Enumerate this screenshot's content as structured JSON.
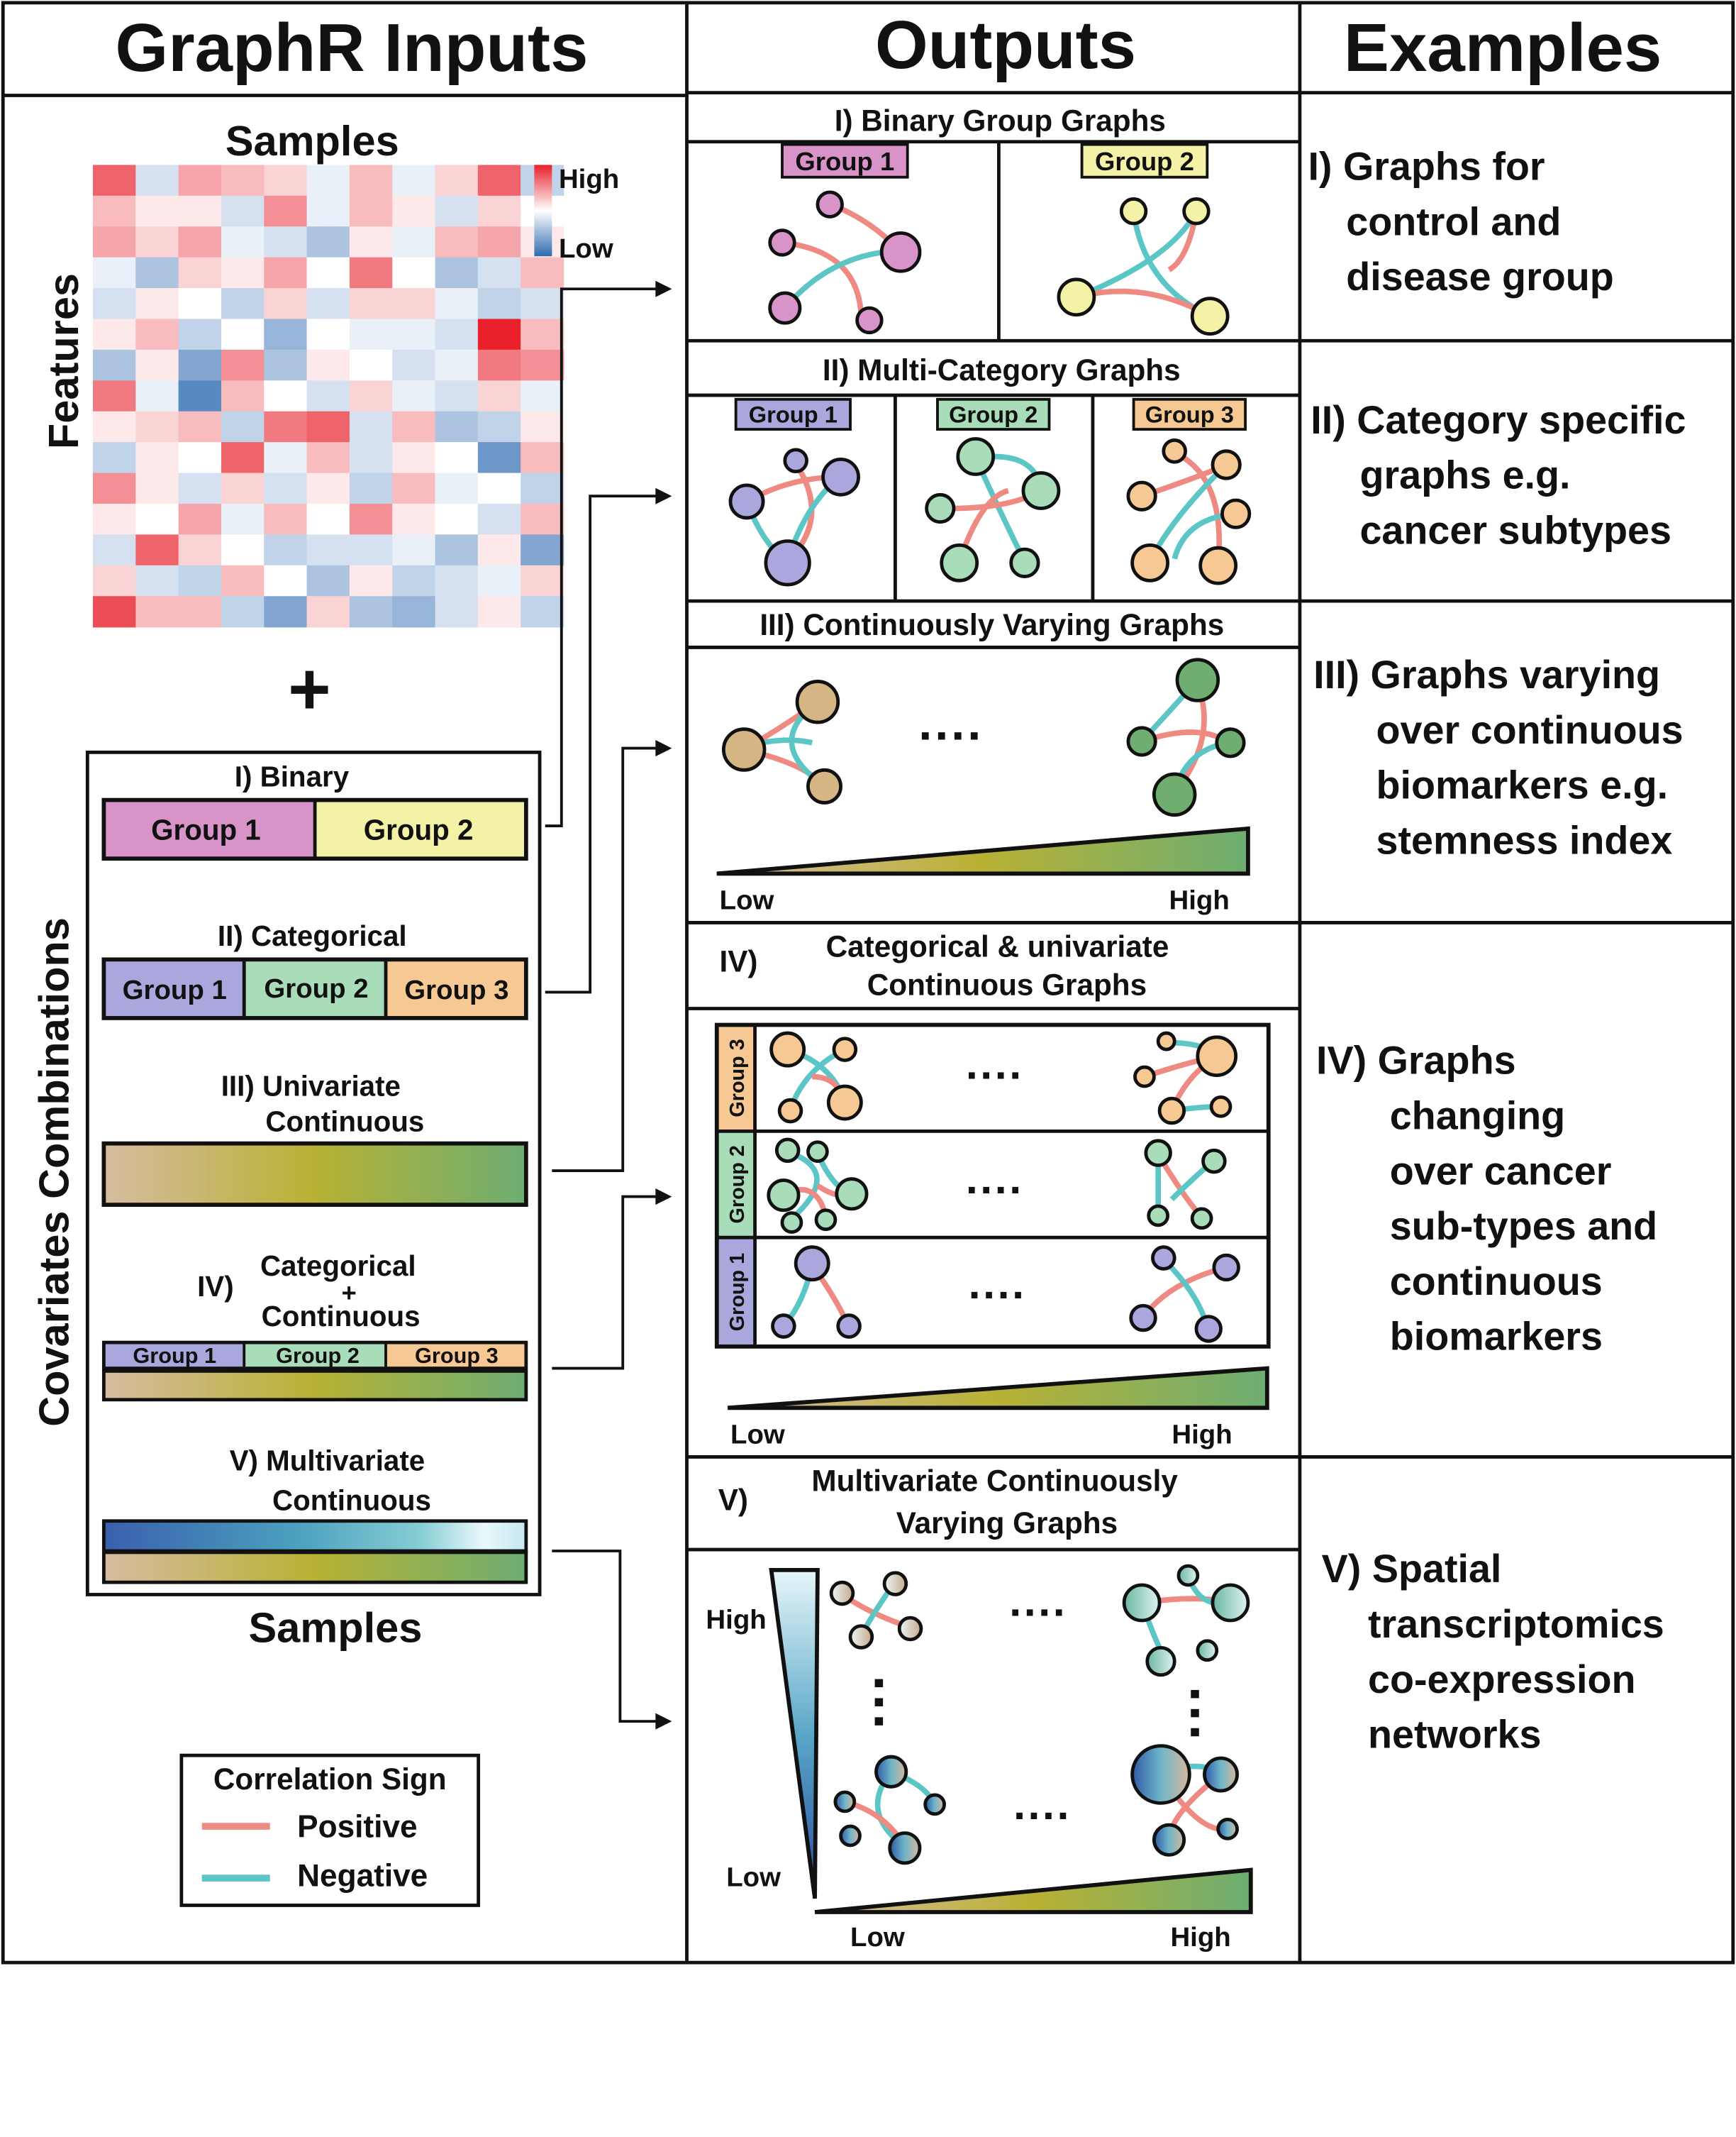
{
  "headers": {
    "inputs": "GraphR Inputs",
    "outputs": "Outputs",
    "examples": "Examples"
  },
  "heatmap": {
    "samples_label": "Samples",
    "features_label": "Features",
    "legend_high": "High",
    "legend_low": "Low",
    "rows": [
      [
        0.7,
        -0.2,
        0.4,
        0.3,
        0.2,
        -0.1,
        0.3,
        -0.1,
        0.2,
        0.7,
        -0.3
      ],
      [
        0.3,
        0.1,
        0.1,
        -0.2,
        0.5,
        -0.1,
        0.3,
        0.1,
        -0.2,
        0.2,
        0.0
      ],
      [
        0.4,
        0.2,
        0.4,
        -0.1,
        -0.2,
        -0.4,
        0.1,
        -0.1,
        0.3,
        0.4,
        0.1
      ],
      [
        -0.1,
        -0.4,
        0.2,
        0.1,
        0.4,
        0.0,
        0.6,
        0.0,
        -0.4,
        -0.2,
        0.3
      ],
      [
        -0.2,
        0.1,
        0.0,
        -0.3,
        0.2,
        -0.2,
        0.2,
        0.2,
        -0.1,
        -0.3,
        -0.2
      ],
      [
        0.1,
        0.3,
        -0.3,
        0.0,
        -0.5,
        0.0,
        -0.1,
        -0.1,
        -0.2,
        1.0,
        0.3
      ],
      [
        -0.4,
        0.1,
        -0.6,
        0.5,
        -0.4,
        0.1,
        0.0,
        -0.2,
        -0.1,
        0.6,
        0.5
      ],
      [
        0.6,
        -0.1,
        -0.8,
        0.3,
        0.0,
        -0.2,
        0.2,
        -0.1,
        -0.2,
        0.2,
        -0.1
      ],
      [
        0.1,
        0.2,
        0.3,
        -0.3,
        0.6,
        0.7,
        -0.2,
        0.3,
        -0.4,
        -0.3,
        0.1
      ],
      [
        -0.3,
        0.1,
        0.0,
        0.7,
        -0.1,
        0.3,
        -0.2,
        0.1,
        0.0,
        -0.7,
        0.3
      ],
      [
        0.5,
        0.1,
        -0.2,
        0.2,
        -0.2,
        0.1,
        -0.3,
        0.3,
        -0.1,
        0.0,
        -0.3
      ],
      [
        0.1,
        0.0,
        0.4,
        -0.1,
        0.3,
        0.0,
        0.5,
        0.1,
        0.0,
        -0.2,
        0.3
      ],
      [
        -0.2,
        0.7,
        0.2,
        0.0,
        -0.3,
        -0.2,
        -0.2,
        -0.1,
        -0.4,
        0.1,
        -0.6
      ],
      [
        0.2,
        -0.2,
        -0.3,
        0.3,
        0.0,
        -0.4,
        0.1,
        -0.3,
        -0.2,
        -0.1,
        0.2
      ],
      [
        0.8,
        0.3,
        0.3,
        -0.3,
        -0.6,
        0.2,
        -0.4,
        -0.5,
        -0.2,
        0.1,
        -0.3
      ]
    ]
  },
  "plus": "+",
  "covariates": {
    "side_label": "Covariates Combinations",
    "bottom_label": "Samples",
    "binary": {
      "title": "I) Binary",
      "g1": "Group 1",
      "g2": "Group 2"
    },
    "categorical": {
      "title": "II) Categorical",
      "g1": "Group 1",
      "g2": "Group 2",
      "g3": "Group 3"
    },
    "univariate": {
      "title1": "III) Univariate",
      "title2": "Continuous"
    },
    "catcont": {
      "numeral": "IV)",
      "t1": "Categorical",
      "t2": "+",
      "t3": "Continuous",
      "g1": "Group 1",
      "g2": "Group 2",
      "g3": "Group 3"
    },
    "multivariate": {
      "title1": "V) Multivariate",
      "title2": "Continuous"
    }
  },
  "legend": {
    "title": "Correlation Sign",
    "positive": "Positive",
    "negative": "Negative"
  },
  "outputs": {
    "binary": {
      "title": "I) Binary Group Graphs",
      "g1": "Group 1",
      "g2": "Group 2"
    },
    "multi": {
      "title": "II) Multi-Category  Graphs",
      "g1": "Group 1",
      "g2": "Group 2",
      "g3": "Group 3"
    },
    "continuous": {
      "title": "III) Continuously Varying Graphs",
      "dots": "····",
      "low": "Low",
      "high": "High"
    },
    "catcont": {
      "numeral": "IV)",
      "t1": "Categorical & univariate",
      "t2": "Continuous Graphs",
      "g1": "Group 1",
      "g2": "Group 2",
      "g3": "Group 3",
      "dots": "····",
      "low": "Low",
      "high": "High"
    },
    "multivariate": {
      "numeral": "V)",
      "t1": "Multivariate Continuously",
      "t2": "Varying Graphs",
      "high_v": "High",
      "low_v": "Low",
      "low_h": "Low",
      "high_h": "High",
      "dots": "····"
    }
  },
  "examples": {
    "ex1": [
      "I) Graphs for",
      "control and",
      "disease group"
    ],
    "ex2": [
      "II) Category specific",
      "graphs e.g.",
      "cancer subtypes"
    ],
    "ex3": [
      "III) Graphs varying",
      "over continuous",
      "biomarkers e.g.",
      "stemness index"
    ],
    "ex4": [
      "IV) Graphs",
      "changing",
      "over cancer",
      "sub-types and",
      "continuous",
      "biomarkers"
    ],
    "ex5": [
      "V) Spatial",
      "transcriptomics",
      "co-expression",
      "networks"
    ]
  },
  "colors": {
    "positive": "#ee8a82",
    "negative": "#5cc5c6",
    "group_binary_1": "#d88fc6",
    "group_binary_2": "#f3f2a2",
    "cat1": "#a9a7dc",
    "cat2": "#a9dcb8",
    "cat3": "#f6c994",
    "cont_low": "#d4b898",
    "cont_mid": "#b9b237",
    "cont_high": "#6fae70",
    "mv_low": "#3b64b0",
    "mv_high": "#d3eef4"
  }
}
